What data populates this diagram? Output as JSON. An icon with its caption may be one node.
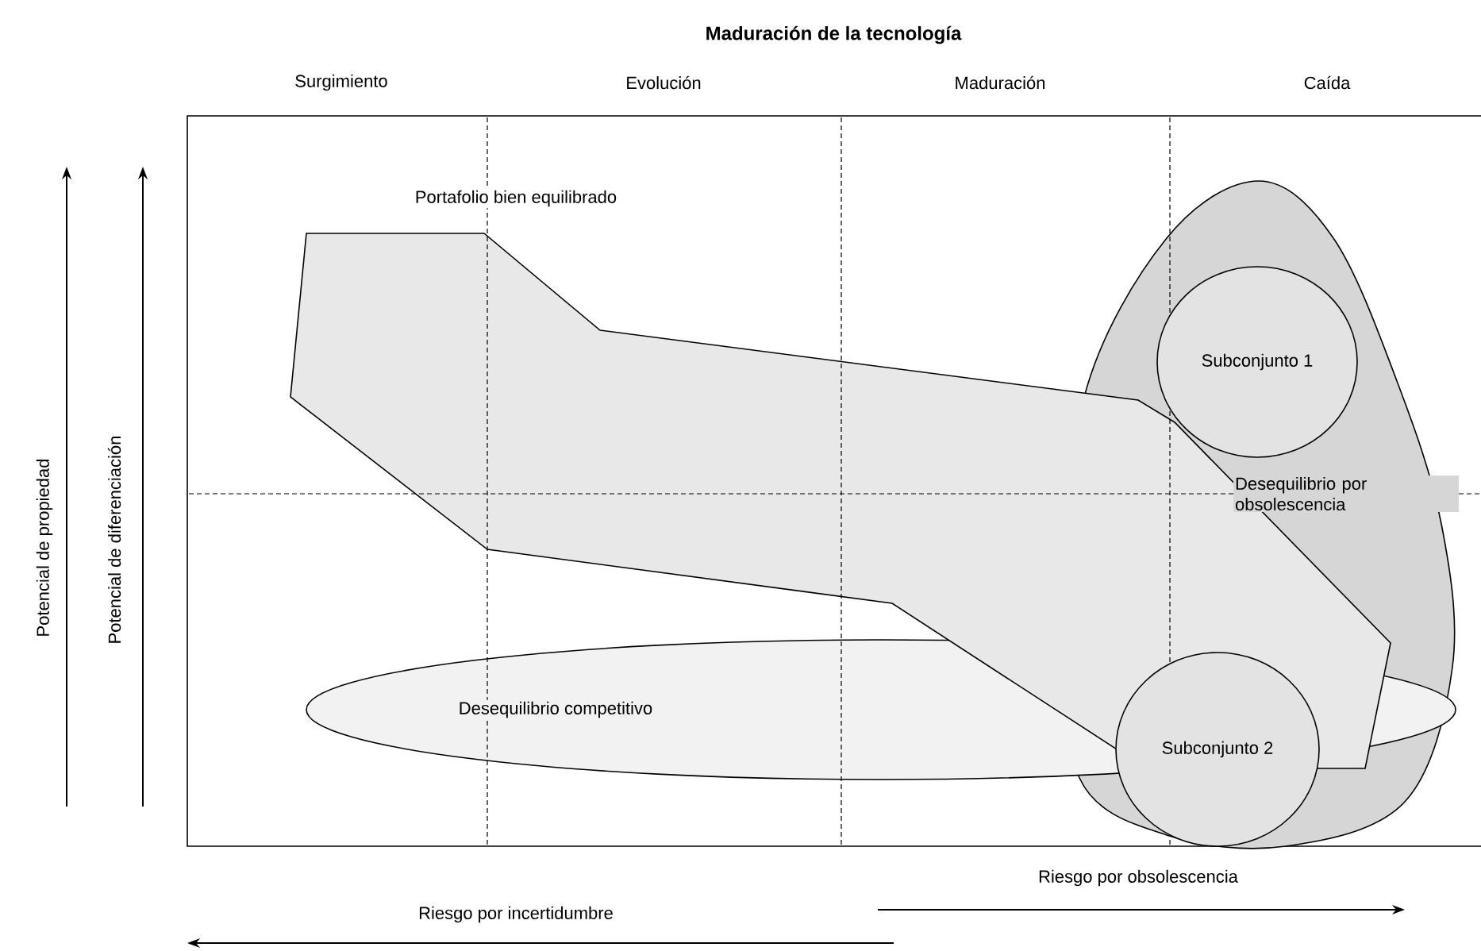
{
  "diagram": {
    "title": "Maduración de la tecnología",
    "nodes": [
      {
        "text": [
          "Portafolio bien equilibrado"
        ]
      },
      {
        "text": [
          "Desequilibrio por obsolescencia"
        ]
      },
      {
        "text": [
          "Subconjunto 1"
        ]
      },
      {
        "text": [
          "Desequilibrio competitivo"
        ]
      },
      {
        "text": [
          "Subconjunto 2"
        ]
      }
    ],
    "labels": [
      "Surgimiento",
      "Evolución",
      "Maduración",
      "Caída",
      "Potencial de propiedad",
      "Potencial de diferenciación",
      "Riesgo por obsolescencia",
      "Riesgo por incertidumbre"
    ]
  }
}
